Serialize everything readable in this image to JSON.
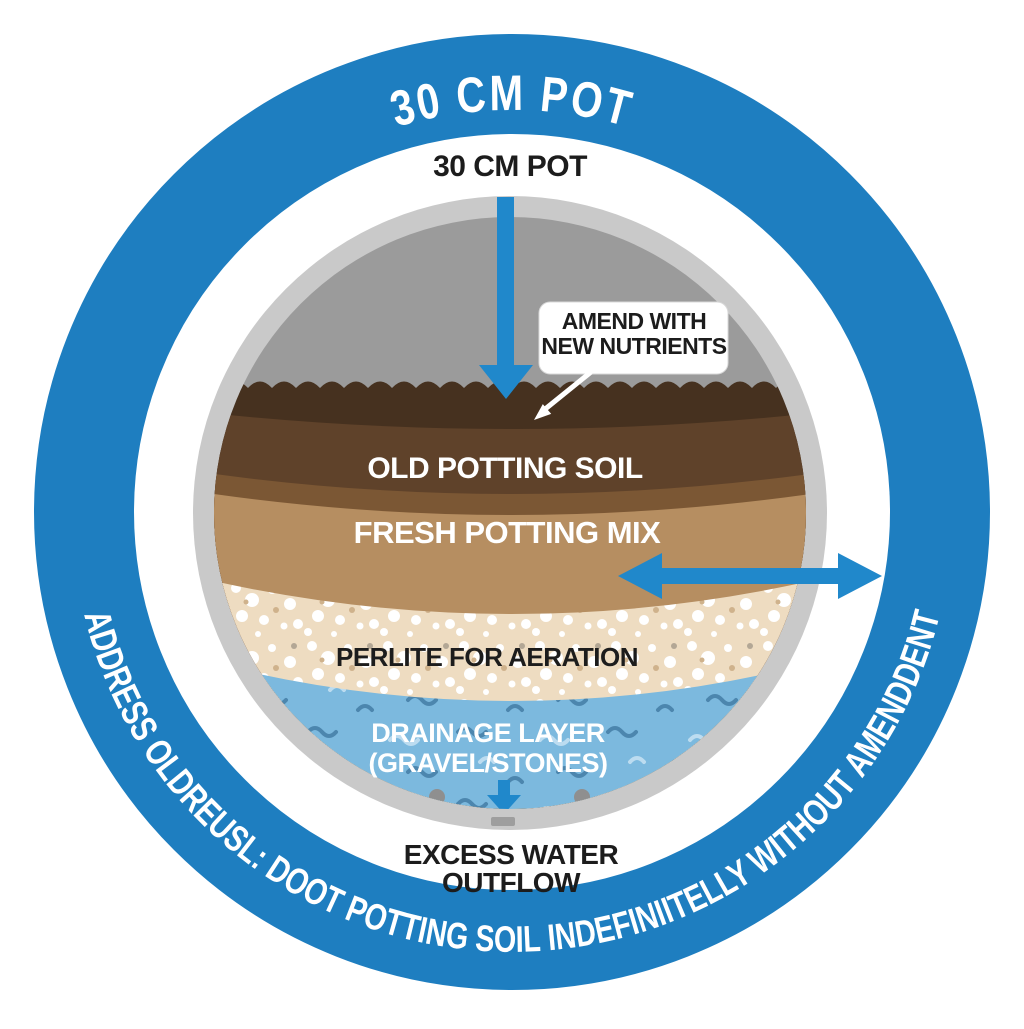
{
  "colors": {
    "ring_blue": "#1e7ec0",
    "arrow_blue": "#2088cb",
    "rim_gray": "#c9c9c9",
    "pot_interior_gray": "#9b9b9b",
    "crust_brown": "#46311f",
    "old_soil_brown": "#5f422a",
    "mid_soil_brown": "#7b5734",
    "fresh_mix_tan": "#b68e61",
    "perlite_cream": "#eedcc1",
    "drainage_blue": "#7cb9de",
    "wave_dark_blue": "#4c86ae",
    "wave_light_blue": "#bcdcf0",
    "stone_gray": "#8f8f8f",
    "drain_hole_gray": "#9e9e9e",
    "label_dark": "#1c1c1c",
    "label_white": "#ffffff"
  },
  "ring": {
    "top_label": "30 CM POT",
    "bottom_text": "ADDRESS OLDREUSL: DOOT POTTING SOIL INDEFINIITELLY WITHOUT AMENDDENT"
  },
  "pot": {
    "size_label": "30 CM POT",
    "callout": {
      "line1": "AMEND WITH",
      "line2": "NEW NUTRIENTS"
    },
    "layers": [
      {
        "id": "old-potting-soil",
        "label": "OLD POTTING SOIL",
        "color": "#5f422a",
        "text_color": "#ffffff"
      },
      {
        "id": "fresh-potting-mix",
        "label": "FRESH POTTING MIX",
        "color": "#b68e61",
        "text_color": "#ffffff"
      },
      {
        "id": "perlite",
        "label": "PERLITE FOR AERATION",
        "color": "#eedcc1",
        "text_color": "#1c1c1c"
      },
      {
        "id": "drainage",
        "label": "DRAINAGE LAYER",
        "label2": "(GRAVEL/STONES)",
        "color": "#7cb9de",
        "text_color": "#ffffff"
      }
    ],
    "outflow": {
      "line1": "EXCESS WATER",
      "line2": "OUTFLOW"
    }
  }
}
